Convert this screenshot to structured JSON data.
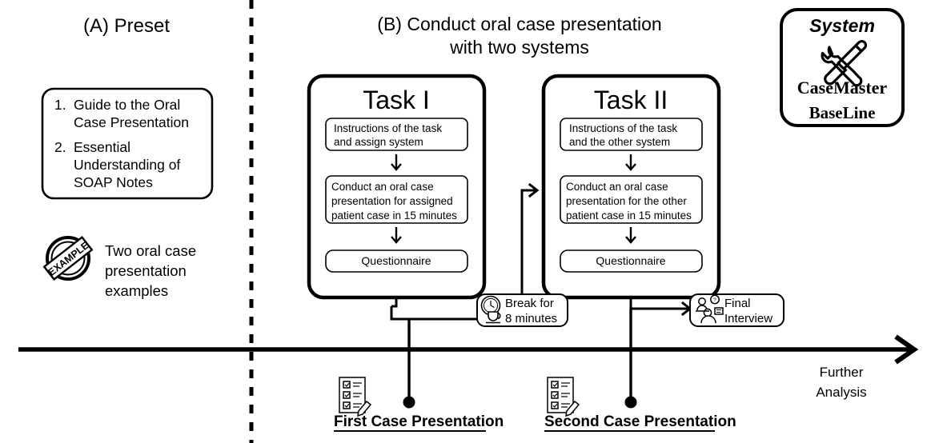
{
  "panelA": {
    "title": "(A) Preset",
    "materials": [
      {
        "num": "1.",
        "lines": [
          "Guide to the Oral",
          "Case Presentation"
        ]
      },
      {
        "num": "2.",
        "lines": [
          "Essential",
          "Understanding of",
          "SOAP Notes"
        ]
      }
    ],
    "example": {
      "icon": "example-stamp-icon",
      "stamp_text": "EXAMPLE",
      "lines": [
        "Two oral case",
        "presentation",
        "examples"
      ]
    }
  },
  "panelB": {
    "title_line1": "(B) Conduct oral case presentation",
    "title_line2": "with two systems",
    "tasks": [
      {
        "name": "Task I",
        "steps": [
          {
            "lines": [
              "Instructions of the task",
              "and assign system"
            ]
          },
          {
            "lines": [
              "Conduct an oral case",
              "presentation for assigned",
              "patient case in 15 minutes"
            ]
          },
          {
            "lines": [
              "Questionnaire"
            ]
          }
        ]
      },
      {
        "name": "Task II",
        "steps": [
          {
            "lines": [
              "Instructions of the task",
              "and the other system"
            ]
          },
          {
            "lines": [
              "Conduct an oral case",
              "presentation for the other",
              "patient case in 15 minutes"
            ]
          },
          {
            "lines": [
              "Questionnaire"
            ]
          }
        ]
      }
    ],
    "break_node": {
      "icon": "clock-coffee-icon",
      "lines": [
        "Break for",
        "8 minutes"
      ]
    },
    "interview_node": {
      "icon": "interview-people-icon",
      "lines": [
        "Final",
        "Interview"
      ]
    }
  },
  "legend": {
    "title": "System",
    "icon": "wrench-screwdriver-icon",
    "systems": [
      "CaseMaster",
      "BaseLine"
    ]
  },
  "timeline": {
    "end_label_line1": "Further",
    "end_label_line2": "Analysis",
    "markers": [
      {
        "icon": "clipboard-checklist-icon",
        "label": "First Case Presentation"
      },
      {
        "icon": "clipboard-checklist-icon",
        "label": "Second Case Presentation"
      }
    ]
  },
  "colors": {
    "ink": "#000000",
    "bg": "#ffffff"
  }
}
